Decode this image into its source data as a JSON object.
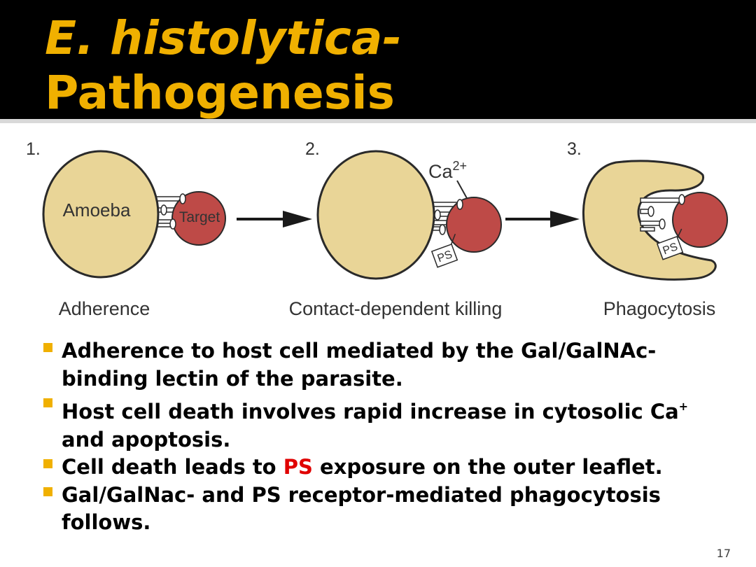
{
  "title": {
    "line1": "E. histolytica-",
    "line2": "Pathogenesis"
  },
  "figure": {
    "steps": [
      {
        "number": "1.",
        "caption": "Adherence"
      },
      {
        "number": "2.",
        "caption": "Contact-dependent killing"
      },
      {
        "number": "3.",
        "caption": "Phagocytosis"
      }
    ],
    "labels": {
      "amoeba": "Amoeba",
      "target": "Target",
      "ca": "Ca",
      "ca_sup": "2+",
      "ps": "PS"
    },
    "colors": {
      "amoeba_fill": "#e9d597",
      "target_fill": "#be4a47",
      "outline": "#2a2a2a"
    }
  },
  "bullets": [
    {
      "text": "Adherence to host cell mediated by the Gal/GalNAc-binding lectin of the parasite."
    },
    {
      "before": "Host cell death involves rapid increase in cytosolic Ca",
      "sup": "+",
      "after": " and apoptosis."
    },
    {
      "before": "Cell death leads to ",
      "highlight": "PS",
      "after": " exposure on the outer leaflet."
    },
    {
      "text": "Gal/GalNac- and PS receptor-mediated phagocytosis follows."
    }
  ],
  "bullet_color": "#f0b000",
  "highlight_color": "#e00000",
  "page_number": "17"
}
